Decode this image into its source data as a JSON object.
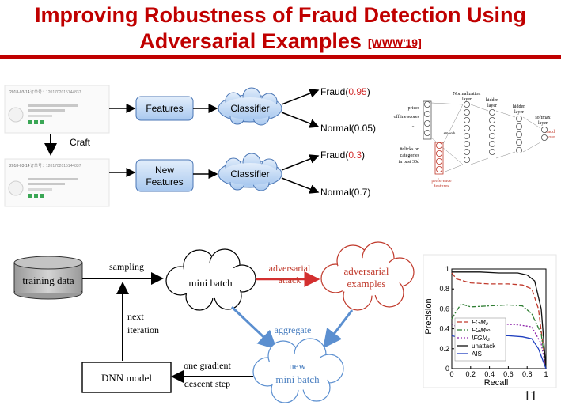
{
  "title": {
    "line1": "Improving Robustness of Fraud Detection Using",
    "line2": "Adversarial Examples",
    "venue": "[WWW'19]"
  },
  "top_flow": {
    "listing1_date": "2018-03-14",
    "listing1_order": "订单号：1201702015144837",
    "listing2_date": "2018-03-14",
    "listing2_order": "订单号：1201702015144837",
    "features": "Features",
    "new_features_1": "New",
    "new_features_2": "Features",
    "classifier": "Classifier",
    "craft": "Craft",
    "fraud_label": "Fraud(",
    "fraud_score_1": "0.95",
    "fraud_score_2": "0.3",
    "close_paren": ")",
    "normal_1": "Normal(0.05)",
    "normal_2": "Normal(0.7)"
  },
  "nn": {
    "prices": "prices",
    "offline_scores": "offline scores",
    "dots": "...",
    "clicks": "#clicks on",
    "categories": "categories",
    "in_past": "in past 30d",
    "smooth": "smooth",
    "normalization_1": "Normalization",
    "normalization_2": "layer",
    "hidden1": "hidden",
    "hidden2": "layer",
    "hidden3": "hidden",
    "hidden4": "layer",
    "softmax1": "softmax",
    "softmax2": "layer",
    "fraud_score_1": "fraud",
    "fraud_score_2": "score",
    "pref_1": "preference",
    "pref_2": "features"
  },
  "bottom_flow": {
    "training_data": "training data",
    "sampling": "sampling",
    "mini_batch": "mini batch",
    "adv_attack_1": "adversarial",
    "adv_attack_2": "attack",
    "adv_examples_1": "adversarial",
    "adv_examples_2": "examples",
    "aggregate": "aggregate",
    "new_mb_1": "new",
    "new_mb_2": "mini batch",
    "next_1": "next",
    "next_2": "iteration",
    "dnn_model": "DNN model",
    "grad_1": "one gradient",
    "grad_2": "descent step"
  },
  "chart_data": {
    "type": "line",
    "xlabel": "Recall",
    "ylabel": "Precision",
    "xlim": [
      0,
      1
    ],
    "ylim": [
      0,
      1
    ],
    "x_ticks": [
      "0",
      "0.2",
      "0.4",
      "0.6",
      "0.8",
      "1"
    ],
    "y_ticks": [
      "0",
      "0.2",
      "0.4",
      "0.6",
      "0.8",
      "1"
    ],
    "legend_placement": "bottom-left",
    "series": [
      {
        "name": "FGM₂",
        "color": "#c0392b",
        "dash": "6,3",
        "x": [
          0,
          0.05,
          0.2,
          0.4,
          0.6,
          0.75,
          0.85,
          0.92,
          1.0
        ],
        "y": [
          0.96,
          0.9,
          0.86,
          0.85,
          0.85,
          0.84,
          0.8,
          0.6,
          0.0
        ]
      },
      {
        "name": "FGM∞",
        "color": "#2e7d32",
        "dash": "6,2,2,2",
        "x": [
          0,
          0.05,
          0.1,
          0.2,
          0.4,
          0.6,
          0.75,
          0.85,
          0.95,
          1.0
        ],
        "y": [
          0.5,
          0.58,
          0.65,
          0.62,
          0.63,
          0.64,
          0.63,
          0.55,
          0.35,
          0.0
        ]
      },
      {
        "name": "IFGM₂",
        "color": "#8e24aa",
        "dash": "2,2",
        "x": [
          0,
          0.05,
          0.1,
          0.3,
          0.5,
          0.7,
          0.85,
          0.95,
          1.0
        ],
        "y": [
          0.45,
          0.42,
          0.45,
          0.45,
          0.45,
          0.44,
          0.42,
          0.25,
          0.0
        ]
      },
      {
        "name": "unattack",
        "color": "#111111",
        "dash": "",
        "x": [
          0,
          0.1,
          0.3,
          0.5,
          0.7,
          0.8,
          0.88,
          0.95,
          1.0
        ],
        "y": [
          0.97,
          0.97,
          0.97,
          0.96,
          0.96,
          0.94,
          0.88,
          0.6,
          0.0
        ]
      },
      {
        "name": "AIS",
        "color": "#1f3fbf",
        "dash": "",
        "x": [
          0,
          0.05,
          0.2,
          0.4,
          0.6,
          0.75,
          0.85,
          0.92,
          1.0
        ],
        "y": [
          0.33,
          0.32,
          0.33,
          0.33,
          0.33,
          0.32,
          0.3,
          0.2,
          0.0
        ]
      }
    ]
  },
  "page_number": "11"
}
